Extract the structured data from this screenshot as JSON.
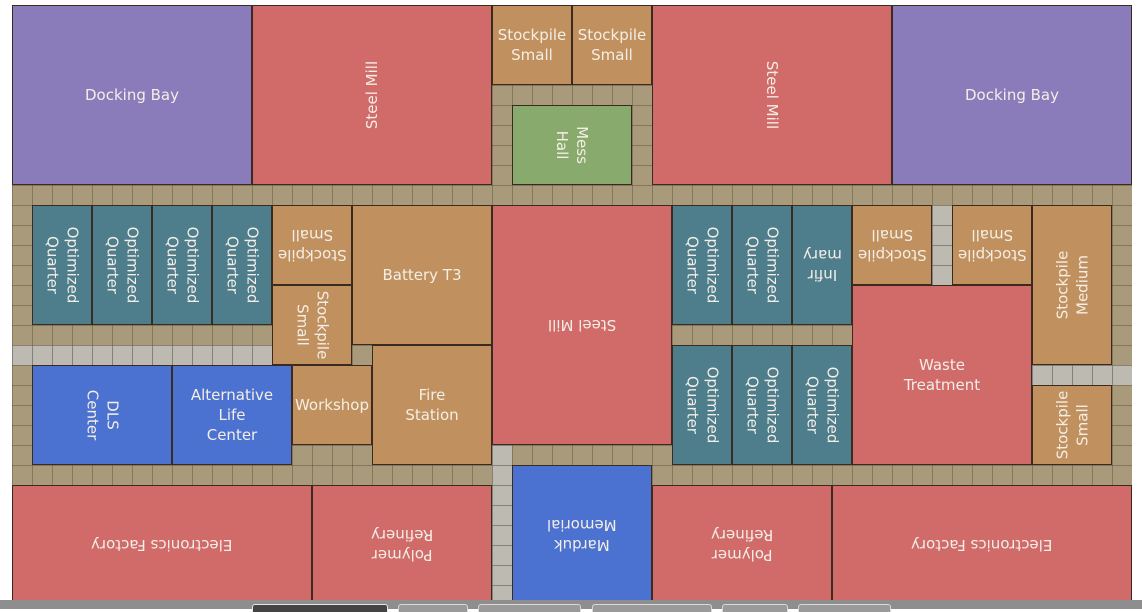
{
  "board": {
    "rooms": [
      {
        "label": "Docking Bay",
        "type": "docking-bay",
        "color": "#8a7bbb"
      },
      {
        "label": "Steel Mill",
        "type": "steel-mill",
        "color": "#d06b69"
      },
      {
        "label": "Stockpile\nSmall",
        "type": "stockpile-small",
        "color": "#c0915e"
      },
      {
        "label": "Stockpile\nSmall",
        "type": "stockpile-small",
        "color": "#c0915e"
      },
      {
        "label": "Mess\nHall",
        "type": "mess-hall",
        "color": "#88ab6d"
      },
      {
        "label": "Steel Mill",
        "type": "steel-mill",
        "color": "#d06b69"
      },
      {
        "label": "Docking Bay",
        "type": "docking-bay",
        "color": "#8a7bbb"
      },
      {
        "label": "Optimized\nQuarter",
        "type": "optimized-quarter",
        "color": "#4e7d8c"
      },
      {
        "label": "Optimized\nQuarter",
        "type": "optimized-quarter",
        "color": "#4e7d8c"
      },
      {
        "label": "Optimized\nQuarter",
        "type": "optimized-quarter",
        "color": "#4e7d8c"
      },
      {
        "label": "Optimized\nQuarter",
        "type": "optimized-quarter",
        "color": "#4e7d8c"
      },
      {
        "label": "Stockpile\nSmall",
        "type": "stockpile-small",
        "color": "#c0915e"
      },
      {
        "label": "Stockpile\nSmall",
        "type": "stockpile-small",
        "color": "#c0915e"
      },
      {
        "label": "Battery T3",
        "type": "battery",
        "color": "#c0915e"
      },
      {
        "label": "Steel Mill",
        "type": "steel-mill",
        "color": "#d06b69"
      },
      {
        "label": "DLS\nCenter",
        "type": "dls-center",
        "color": "#4b72d1"
      },
      {
        "label": "Alternative\nLife\nCenter",
        "type": "alternative-life-center",
        "color": "#4b72d1"
      },
      {
        "label": "Workshop",
        "type": "workshop",
        "color": "#c0915e"
      },
      {
        "label": "Fire\nStation",
        "type": "fire-station",
        "color": "#c0915e"
      },
      {
        "label": "Optimized\nQuarter",
        "type": "optimized-quarter",
        "color": "#4e7d8c"
      },
      {
        "label": "Optimized\nQuarter",
        "type": "optimized-quarter",
        "color": "#4e7d8c"
      },
      {
        "label": "Infir\nmary",
        "type": "infirmary",
        "color": "#4e7d8c"
      },
      {
        "label": "Stockpile\nSmall",
        "type": "stockpile-small",
        "color": "#c0915e"
      },
      {
        "label": "Stockpile\nSmall",
        "type": "stockpile-small",
        "color": "#c0915e"
      },
      {
        "label": "Stockpile\nMedium",
        "type": "stockpile-medium",
        "color": "#c0915e"
      },
      {
        "label": "Optimized\nQuarter",
        "type": "optimized-quarter",
        "color": "#4e7d8c"
      },
      {
        "label": "Optimized\nQuarter",
        "type": "optimized-quarter",
        "color": "#4e7d8c"
      },
      {
        "label": "Optimized\nQuarter",
        "type": "optimized-quarter",
        "color": "#4e7d8c"
      },
      {
        "label": "Waste\nTreatment",
        "type": "waste-treatment",
        "color": "#d06b69"
      },
      {
        "label": "Stockpile\nSmall",
        "type": "stockpile-small",
        "color": "#c0915e"
      },
      {
        "label": "Electronics Factory",
        "type": "electronics-factory",
        "color": "#d06b69"
      },
      {
        "label": "Polymer\nRefinery",
        "type": "polymer-refinery",
        "color": "#d06b69"
      },
      {
        "label": "Marduk\nMemorial",
        "type": "marduk-memorial",
        "color": "#4b72d1"
      },
      {
        "label": "Polymer\nRefinery",
        "type": "polymer-refinery",
        "color": "#d06b69"
      },
      {
        "label": "Electronics Factory",
        "type": "electronics-factory",
        "color": "#d06b69"
      }
    ]
  },
  "colors": {
    "industry": "#d06b69",
    "docking": "#8a7bbb",
    "storage": "#c0915e",
    "food": "#88ab6d",
    "quarters": "#4e7d8c",
    "civic": "#4b72d1",
    "floor": "#a89a7a",
    "walkway": "#bdbab2"
  }
}
